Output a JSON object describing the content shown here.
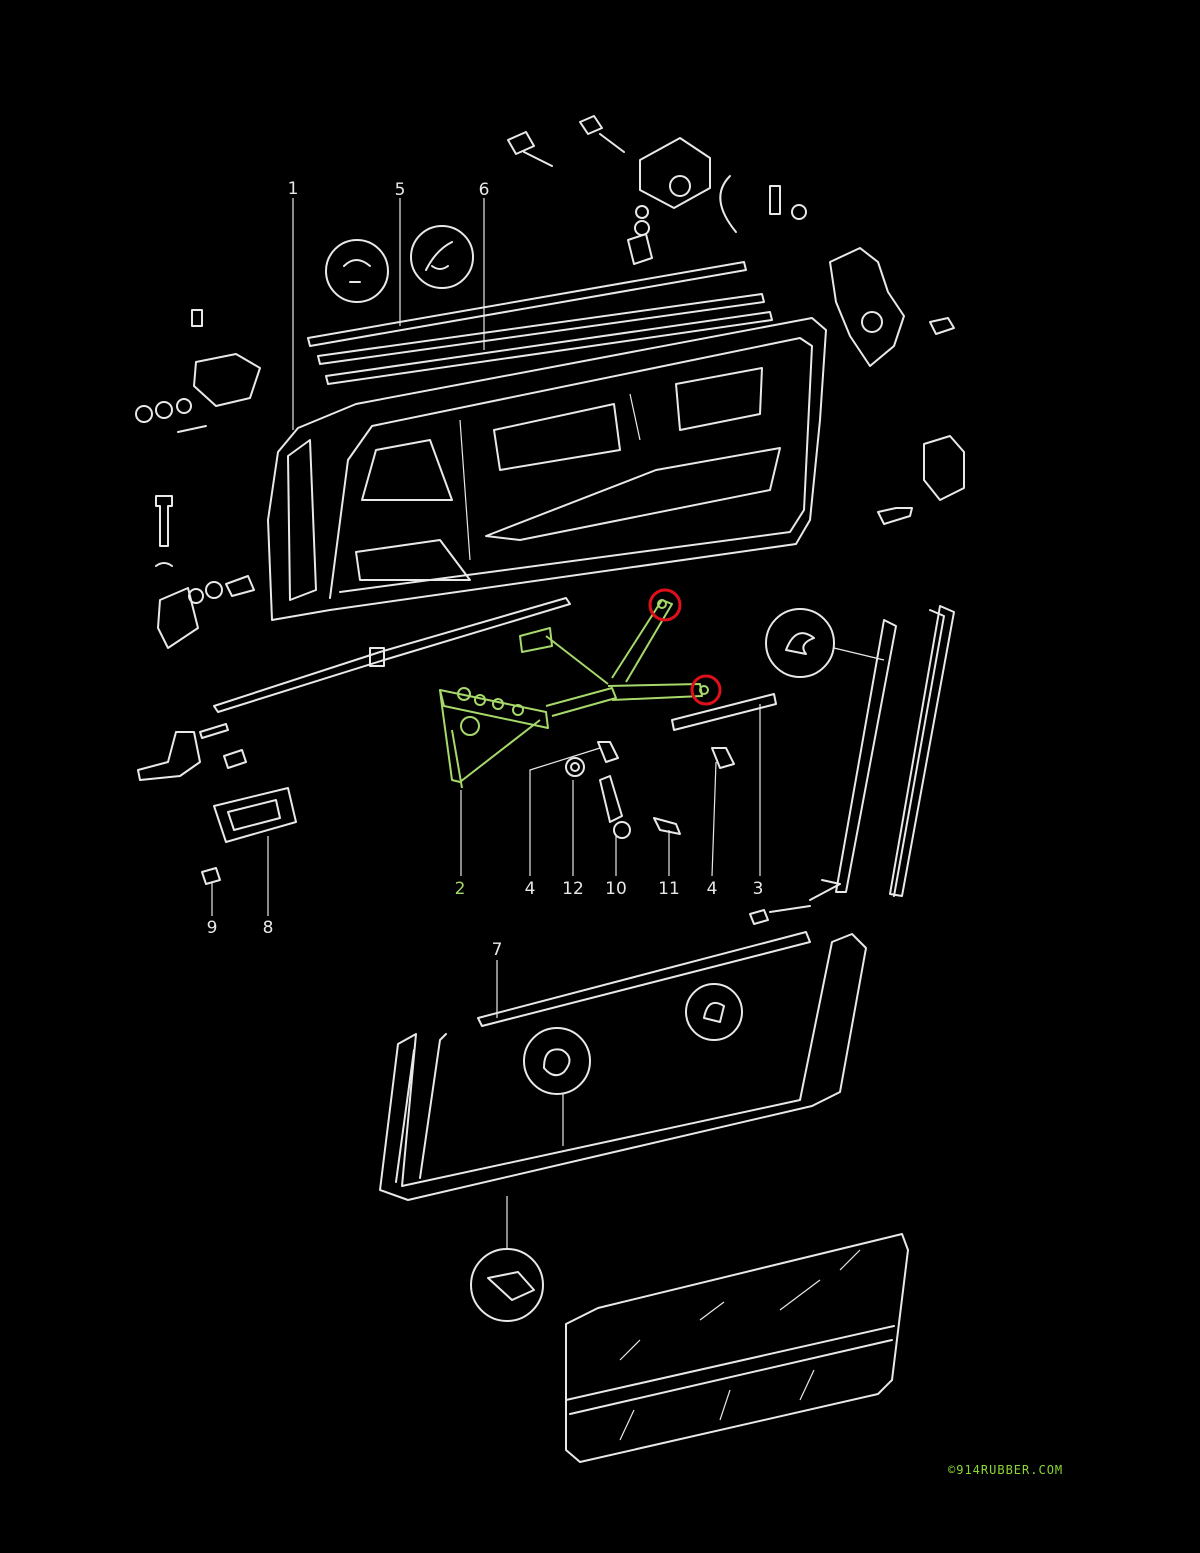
{
  "diagram": {
    "title": "Door assembly exploded parts diagram",
    "labels": {
      "p1": "1",
      "p5": "5",
      "p6": "6",
      "p2": "2",
      "p4a": "4",
      "p12": "12",
      "p10": "10",
      "p11": "11",
      "p4b": "4",
      "p3": "3",
      "p9": "9",
      "p8": "8",
      "p7": "7"
    },
    "highlighted_part": "2",
    "watermark": "©914RUBBER.COM",
    "colors": {
      "background": "#000000",
      "line": "#e8e8e8",
      "highlight": "#a6d86a",
      "callout_circle": "#e0101a",
      "watermark": "#8cd632"
    }
  }
}
